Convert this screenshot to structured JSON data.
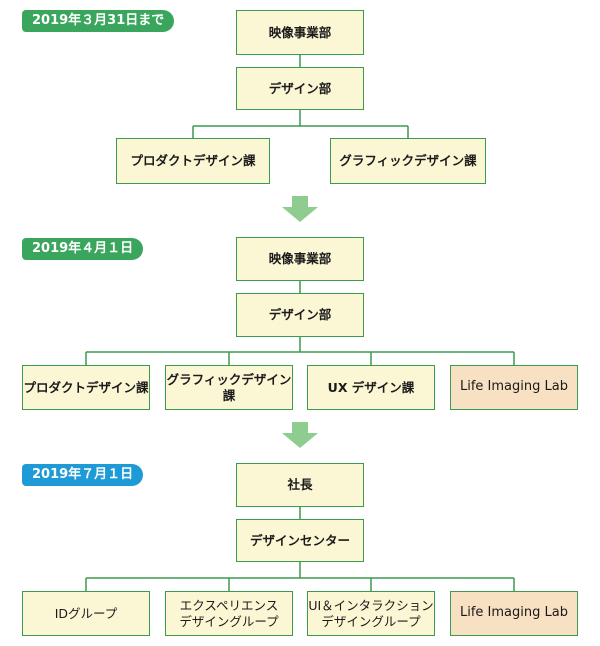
{
  "colors": {
    "green": "#3aa65d",
    "blue": "#1e9ad6",
    "line": "#3b9b4f",
    "box": "#fbf6d4",
    "lab": "#f8e0c2",
    "arrow": "#8fcc90"
  },
  "sections": [
    {
      "date": "2019年３月31日まで",
      "top": "映像事業部",
      "second": "デザイン部",
      "children": [
        "プロダクトデザイン課",
        "グラフィックデザイン課"
      ]
    },
    {
      "date": "2019年４月１日",
      "top": "映像事業部",
      "second": "デザイン部",
      "children": [
        "プロダクトデザイン課",
        "グラフィックデザイン課",
        "UX デザイン課",
        "Life Imaging Lab"
      ]
    },
    {
      "date": "2019年７月１日",
      "top": "社長",
      "second": "デザインセンター",
      "children": [
        "IDグループ",
        "エクスペリエンス\nデザイングループ",
        "UI＆インタラクション\nデザイングループ",
        "Life Imaging Lab"
      ]
    }
  ]
}
